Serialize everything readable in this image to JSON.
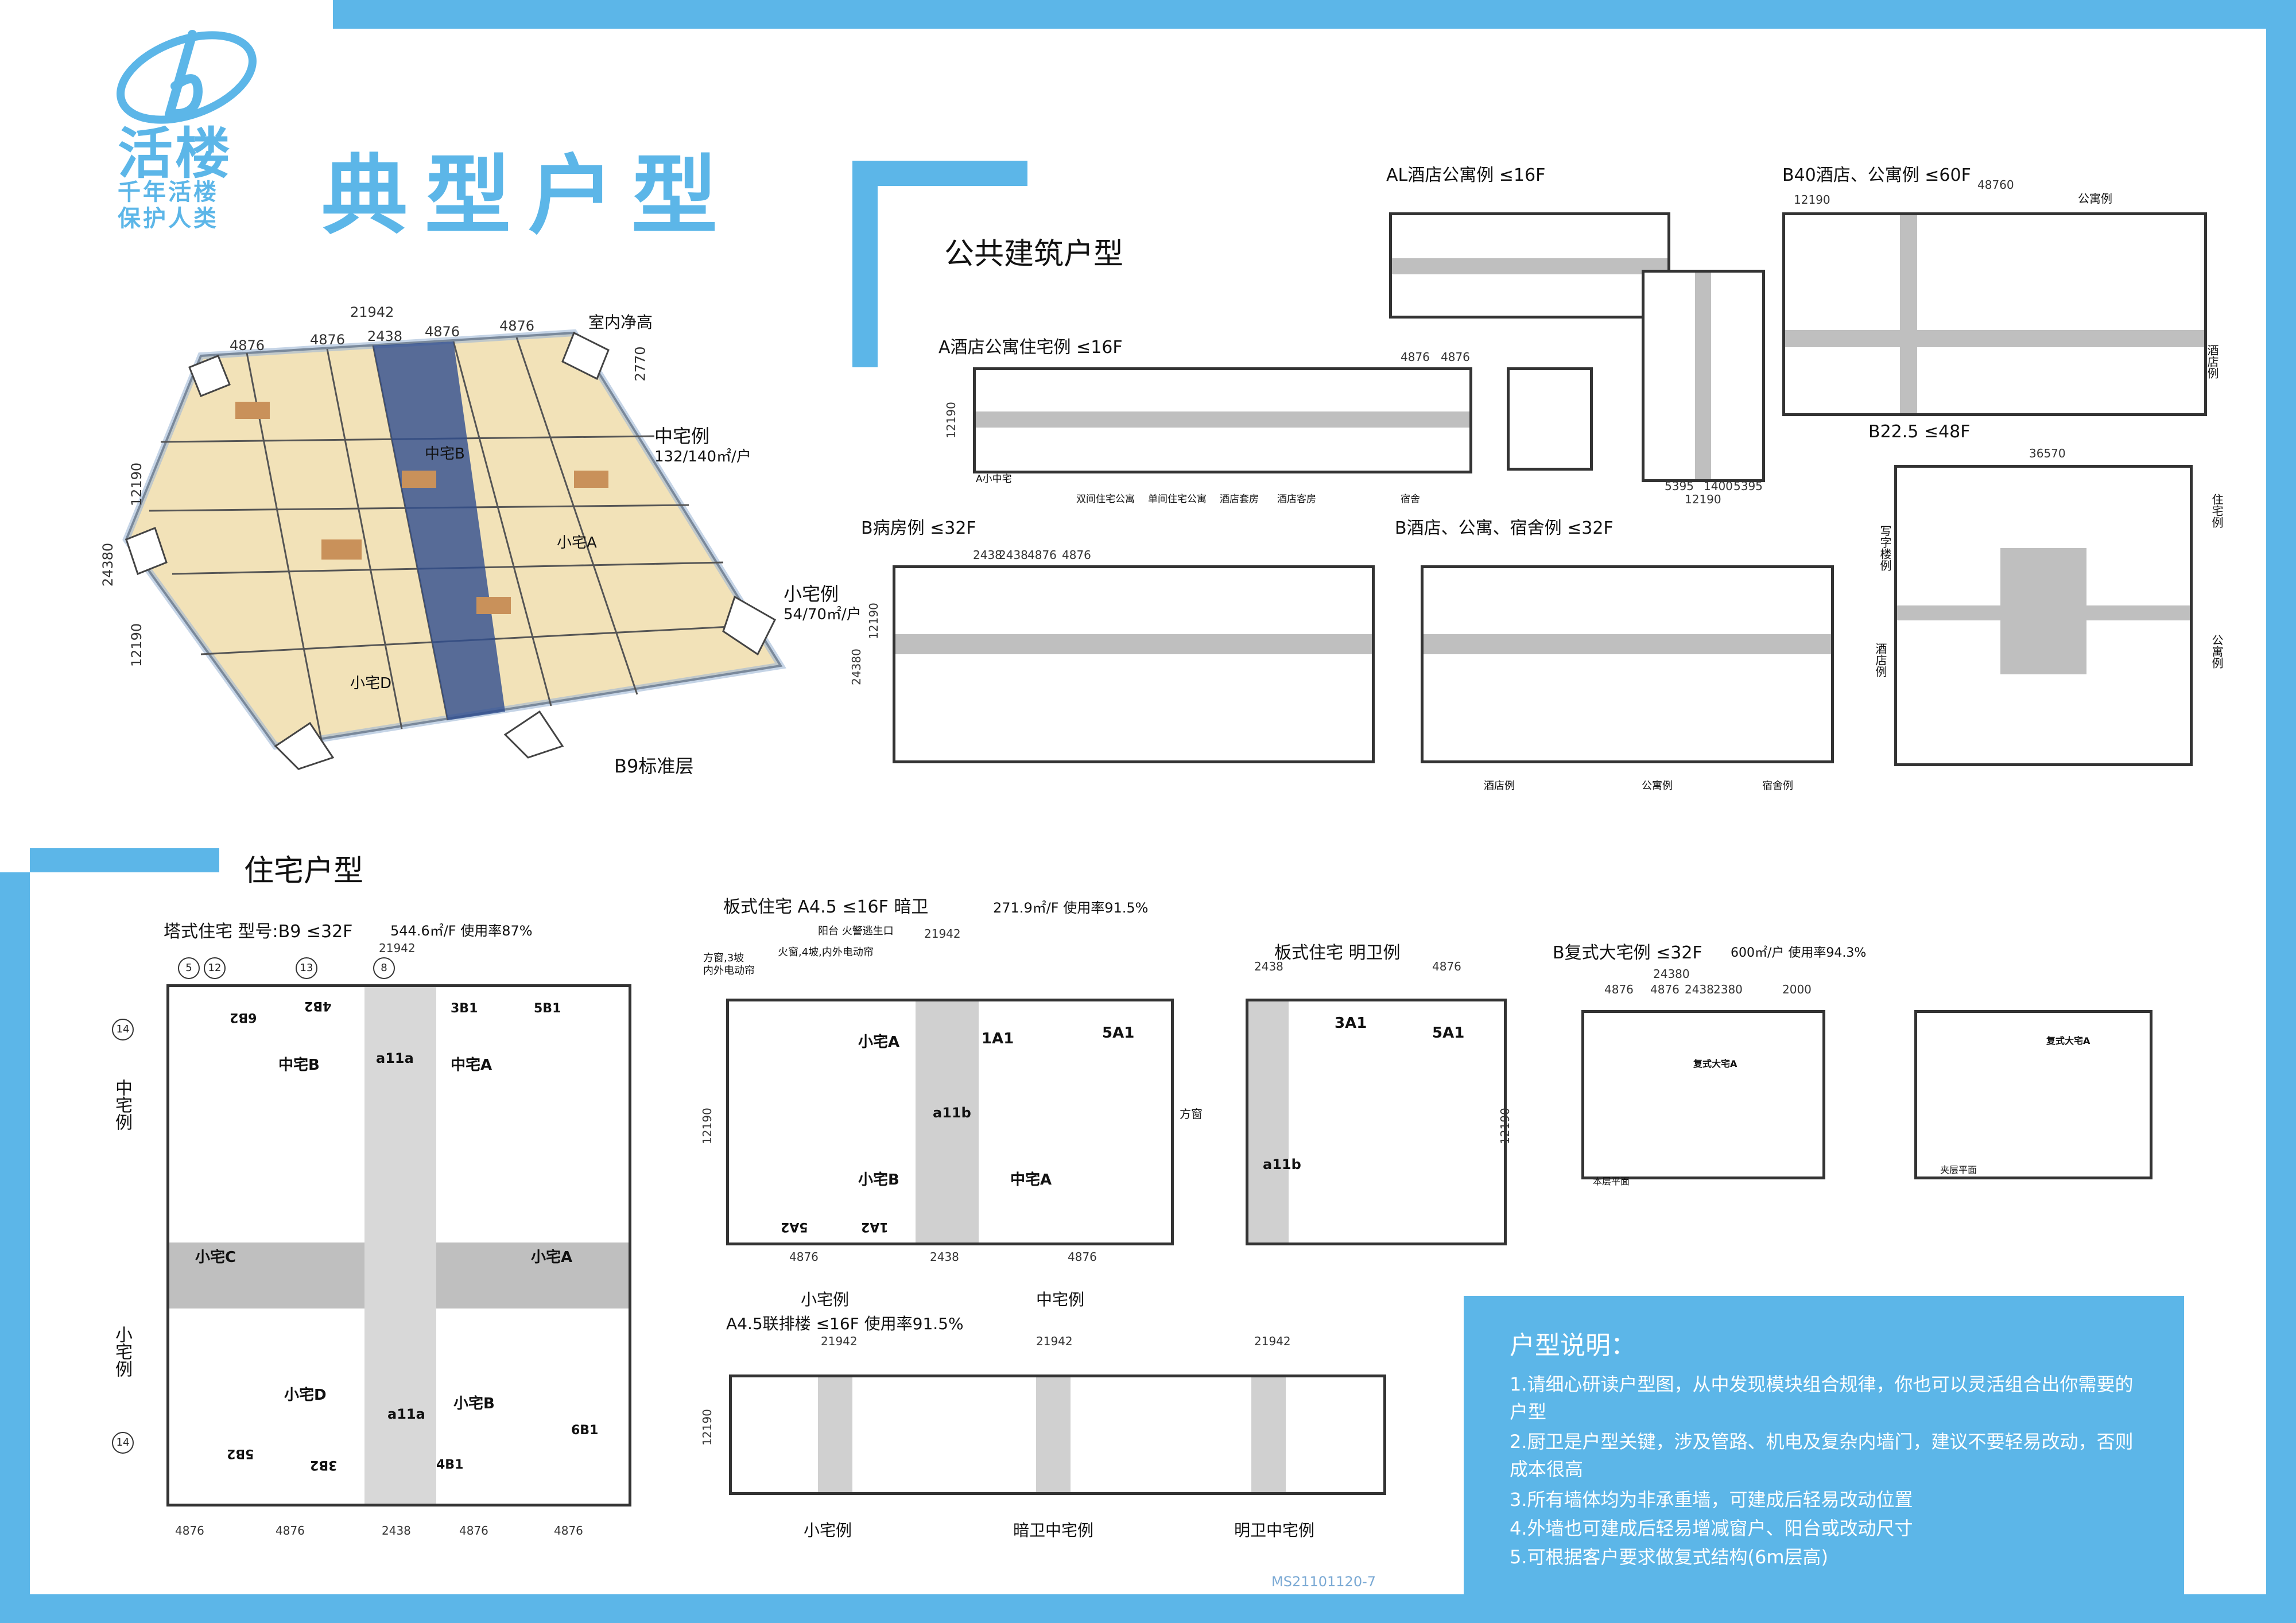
{
  "logo": {
    "main": "活楼",
    "slogan_line1": "千年活楼",
    "slogan_line2": "保护人类"
  },
  "page_title": "典型户型",
  "sections": {
    "public": "公共建筑户型",
    "residential": "住宅户型"
  },
  "b9_3d": {
    "dims_top": [
      "4876",
      "4876",
      "2438",
      "4876",
      "4876"
    ],
    "dim_total": "21942",
    "ceiling_label": "室内净高",
    "ceiling_value": "2770",
    "dims_left": [
      "12190",
      "12190"
    ],
    "dim_left_total": "24380",
    "medium_label": "中宅例",
    "medium_area": "132/140㎡/户",
    "small_label": "小宅例",
    "small_area": "54/70㎡/户",
    "caption": "B9标准层",
    "room_labels": [
      "小宅A",
      "小宅D",
      "中宅B"
    ]
  },
  "public_plans": {
    "al": {
      "title": "AL酒店公寓例  ≤16F",
      "dims": [
        "5395",
        "1400",
        "5395",
        "12190"
      ]
    },
    "b40": {
      "title": "B40酒店、公寓例  ≤60F",
      "dims": [
        "12190",
        "48760"
      ],
      "labels": [
        "公寓例",
        "酒店例"
      ]
    },
    "a_hotel": {
      "title": "A酒店公寓住宅例  ≤16F",
      "captions": [
        "A小中宅",
        "双间住宅公寓",
        "单间住宅公寓",
        "酒店套房",
        "酒店客房",
        "宿舍"
      ],
      "dims": [
        "4876",
        "4876",
        "12190"
      ]
    },
    "b225": {
      "title": "B22.5 ≤48F",
      "dims": [
        "36570"
      ],
      "labels": [
        "写字楼例",
        "住宅例",
        "酒店例",
        "公寓例"
      ]
    },
    "b_ward": {
      "title": "B病房例  ≤32F",
      "dims": [
        "2438",
        "2438",
        "4876",
        "4876",
        "12190",
        "24380"
      ]
    },
    "b_hotel": {
      "title": "B酒店、公寓、宿舍例  ≤32F",
      "captions": [
        "酒店例",
        "公寓例",
        "宿舍例"
      ]
    }
  },
  "res_plans": {
    "tower": {
      "title": "塔式住宅  型号:B9  ≤32F",
      "meta": "544.6㎡/F  使用率87%",
      "dims_bottom": [
        "4876",
        "4876",
        "2438",
        "4876",
        "4876"
      ],
      "dim_top": "21942",
      "side_medium": "中宅例",
      "side_small": "小宅例",
      "units": [
        "中宅B",
        "中宅A",
        "小宅C",
        "小宅A",
        "小宅D",
        "小宅B",
        "a11a",
        "a11a"
      ],
      "rooms": [
        "6B2",
        "4B2",
        "3B1",
        "5B1",
        "5B2",
        "3B2",
        "4B1",
        "6B1"
      ],
      "circles": [
        "5",
        "12",
        "13",
        "8",
        "14",
        "14"
      ]
    },
    "slab": {
      "title": "板式住宅  A4.5  ≤16F  暗卫",
      "meta": "271.9㎡/F  使用率91.5%",
      "notes": [
        "阳台 火警逃生口",
        "火窗,4坡,内外电动帘",
        "方窗,3坡",
        "内外电动帘"
      ],
      "units": [
        "小宅A",
        "1A1",
        "5A1",
        "a11b",
        "小宅B",
        "中宅A",
        "5A2",
        "1A2"
      ],
      "dims": [
        "4876",
        "2438",
        "4876",
        "21942",
        "12190"
      ],
      "captions": [
        "小宅例",
        "中宅例"
      ],
      "side_note": "方窗"
    },
    "slab_light": {
      "title": "板式住宅  明卫例",
      "units": [
        "3A1",
        "5A1",
        "a11b"
      ],
      "dims": [
        "2438",
        "4876",
        "12190"
      ]
    },
    "duplex": {
      "title": "B复式大宅例  ≤32F",
      "meta": "600㎡/户  使用率94.3%",
      "dims": [
        "24380",
        "4876",
        "4876",
        "2438",
        "2380",
        "2000"
      ],
      "captions": [
        "本层平面",
        "夹层平面"
      ],
      "unit": "复式大宅A"
    },
    "row": {
      "title": "A4.5联排楼  ≤16F  使用率91.5%",
      "dims": [
        "21942",
        "21942",
        "21942",
        "12190"
      ],
      "captions": [
        "小宅例",
        "暗卫中宅例",
        "明卫中宅例"
      ]
    }
  },
  "notes": {
    "title": "户型说明：",
    "items": [
      "1.请细心研读户型图，从中发现模块组合规律，你也可以灵活组合出你需要的户型",
      "2.厨卫是户型关键，涉及管路、机电及复杂内墙门，建议不要轻易改动，否则成本很高",
      "3.所有墙体均为非承重墙，可建成后轻易改动位置",
      "4.外墙也可建成后轻易增减窗户、阳台或改动尺寸",
      "5.可根据客户要求做复式结构(6m层高)"
    ]
  },
  "doc_code": "MS21101120-7",
  "colors": {
    "accent": "#5cb6e8",
    "notes_bg": "#5cb6e8"
  }
}
